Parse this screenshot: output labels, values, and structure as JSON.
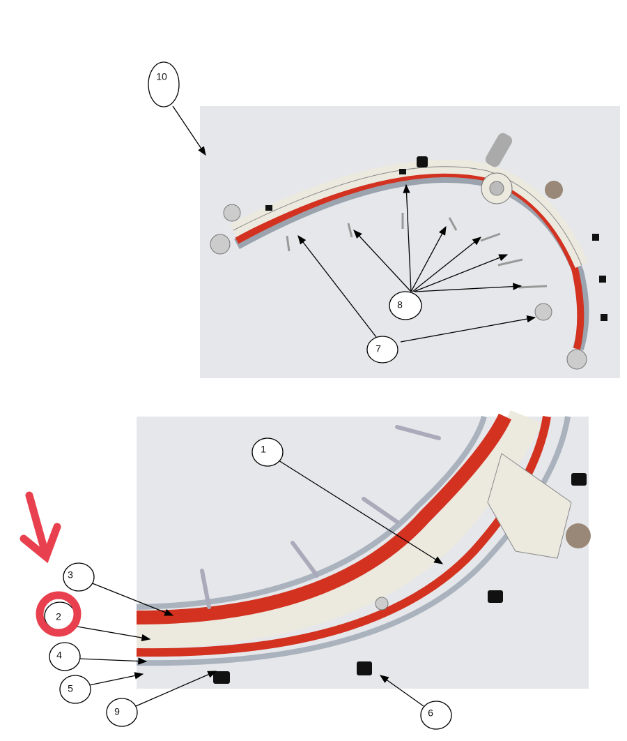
{
  "callouts": {
    "c1": "1",
    "c2": "2",
    "c3": "3",
    "c4": "4",
    "c5": "5",
    "c6": "6",
    "c7": "7",
    "c8": "8",
    "c9": "9",
    "c10": "10"
  },
  "colors": {
    "panel": "#e6e7ea",
    "frame": "#ece9df",
    "seal": "#d2321f",
    "ring": "#a9b2bd",
    "highlight": "#e8404e"
  }
}
